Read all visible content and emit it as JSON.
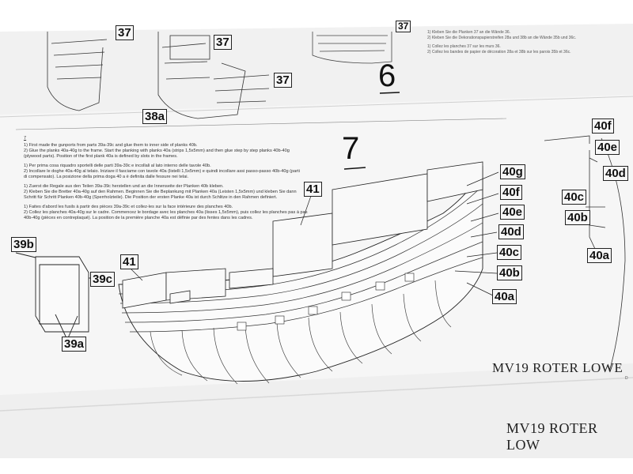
{
  "step6": {
    "number": "6",
    "labels": {
      "p37a": "37",
      "p37b": "37",
      "p37c": "37",
      "p37d": "37",
      "p38a": "38a"
    },
    "instructions": [
      "1) Kleben Sie die Planken 37 an die Wände 36.",
      "2) Kleben Sie die Dekorationspapierstreifen 28a und 38b an die Wände 35b und 36c.",
      "1) Collez les planches 37 sur les murs 36.",
      "2) Collez les bandes de papier de décoration 28a et 38b sur les parois 35b et 36c."
    ]
  },
  "step7": {
    "number": "7",
    "heading": "7",
    "instructions": [
      "1) First made the gunports from parts 39a-39c and glue them to inner side of planks 40b.",
      "2) Glue the planks 40a-40g to the frame. Start the planking with planks 40a (strips 1,5x5mm) and then glue step by step planks 40b-40g",
      "(plywood parts). Position of the first plank 40a is defined by slots in the frames.",
      "1) Per prima cosa riquadro sportelli delle parti 39a-39c e incollali al lato interno delle tavole 40b.",
      "2) Incollare le doghe 40a-40g al telaio. Iniziare il fasciame con tavole 40a (listelli 1,5x5mm)  e quindi incollare assi passo-passo 40b-40g (parti",
      "di compensato). La posizione della prima doga 40 a è definita dalle fessure nei telai.",
      "1) Zuerst die Regale aus den Teilen 39a-39c herstellen und an die Innenseite der Planken 40b kleben.",
      "2) Kleben Sie die Bretter 40a-40g auf den Rahmen. Beginnen Sie die Beplankung mit Planken 40a (Leisten 1,5x5mm) und kleben Sie dann",
      "Schritt für Schritt Planken 40b-40g (Sperrholzteile). Die Position der ersten Planke 40a ist durch Schlitze in den Rahmen definiert.",
      "1) Faites d'abord les fusils à partir des pièces 39a-39c et collez-les sur la face intérieure des planches 40b.",
      "2) Collez les planches 40a-40g sur le cadre. Commencez le bordage avec les planches 40a (lisses 1,5x5mm), puis collez les planches pas à pas",
      "40b-40g (pièces en contreplaqué). La position de la première planche 40a est définie par des fentes dans les cadres."
    ],
    "labels": {
      "p40g": "40g",
      "p40f": "40f",
      "p40e": "40e",
      "p40d": "40d",
      "p40c": "40c",
      "p40b": "40b",
      "p40a": "40a",
      "p41a": "41",
      "p41b": "41",
      "p39b": "39b",
      "p39c": "39c",
      "p39a": "39a",
      "s40f": "40f",
      "s40e": "40e",
      "s40d": "40d",
      "s40c": "40c",
      "s40b": "40b",
      "s40a": "40a"
    }
  },
  "footer": {
    "title_upper": "MV19 ROTER LOWE",
    "title_lower": "MV19 ROTER LOW",
    "corner": "D"
  },
  "colors": {
    "paper": "#f4f4f4",
    "ink": "#1a1a1a",
    "background": "#ffffff"
  }
}
